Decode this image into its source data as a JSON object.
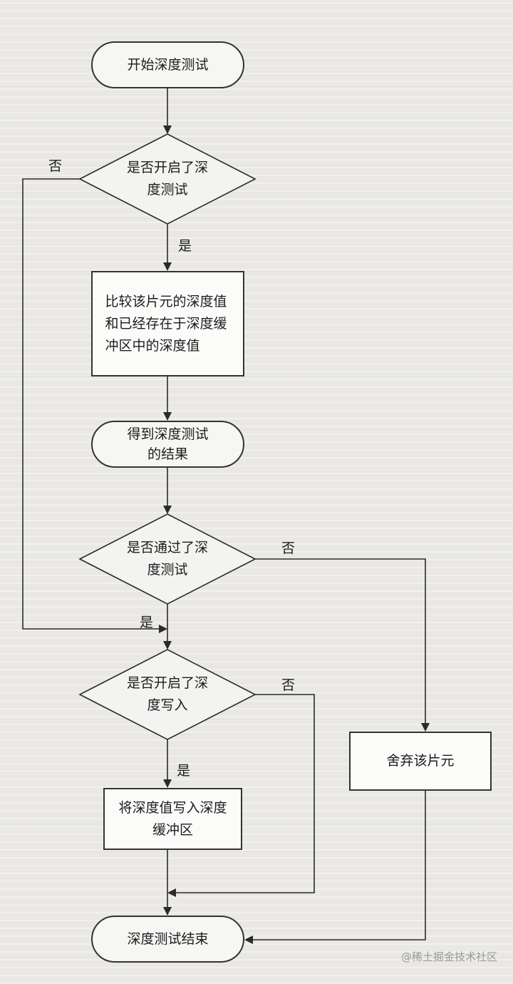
{
  "nodes": {
    "start": "开始深度测试",
    "decision_test_enabled": "是否开启了深度测试",
    "compare": "比较该片元的深度值和已经存在于深度缓冲区中的深度值",
    "result": "得到深度测试的结果",
    "decision_passed": "是否通过了深度测试",
    "decision_write_enabled": "是否开启了深度写入",
    "write": "将深度值写入深度缓冲区",
    "discard": "舍弃该片元",
    "end": "深度测试结束"
  },
  "labels": {
    "no_test_enabled": "否",
    "yes_test_enabled": "是",
    "no_passed": "否",
    "yes_passed": "是",
    "no_write": "否",
    "yes_write": "是"
  },
  "watermark": "@稀土掘金技术社区"
}
